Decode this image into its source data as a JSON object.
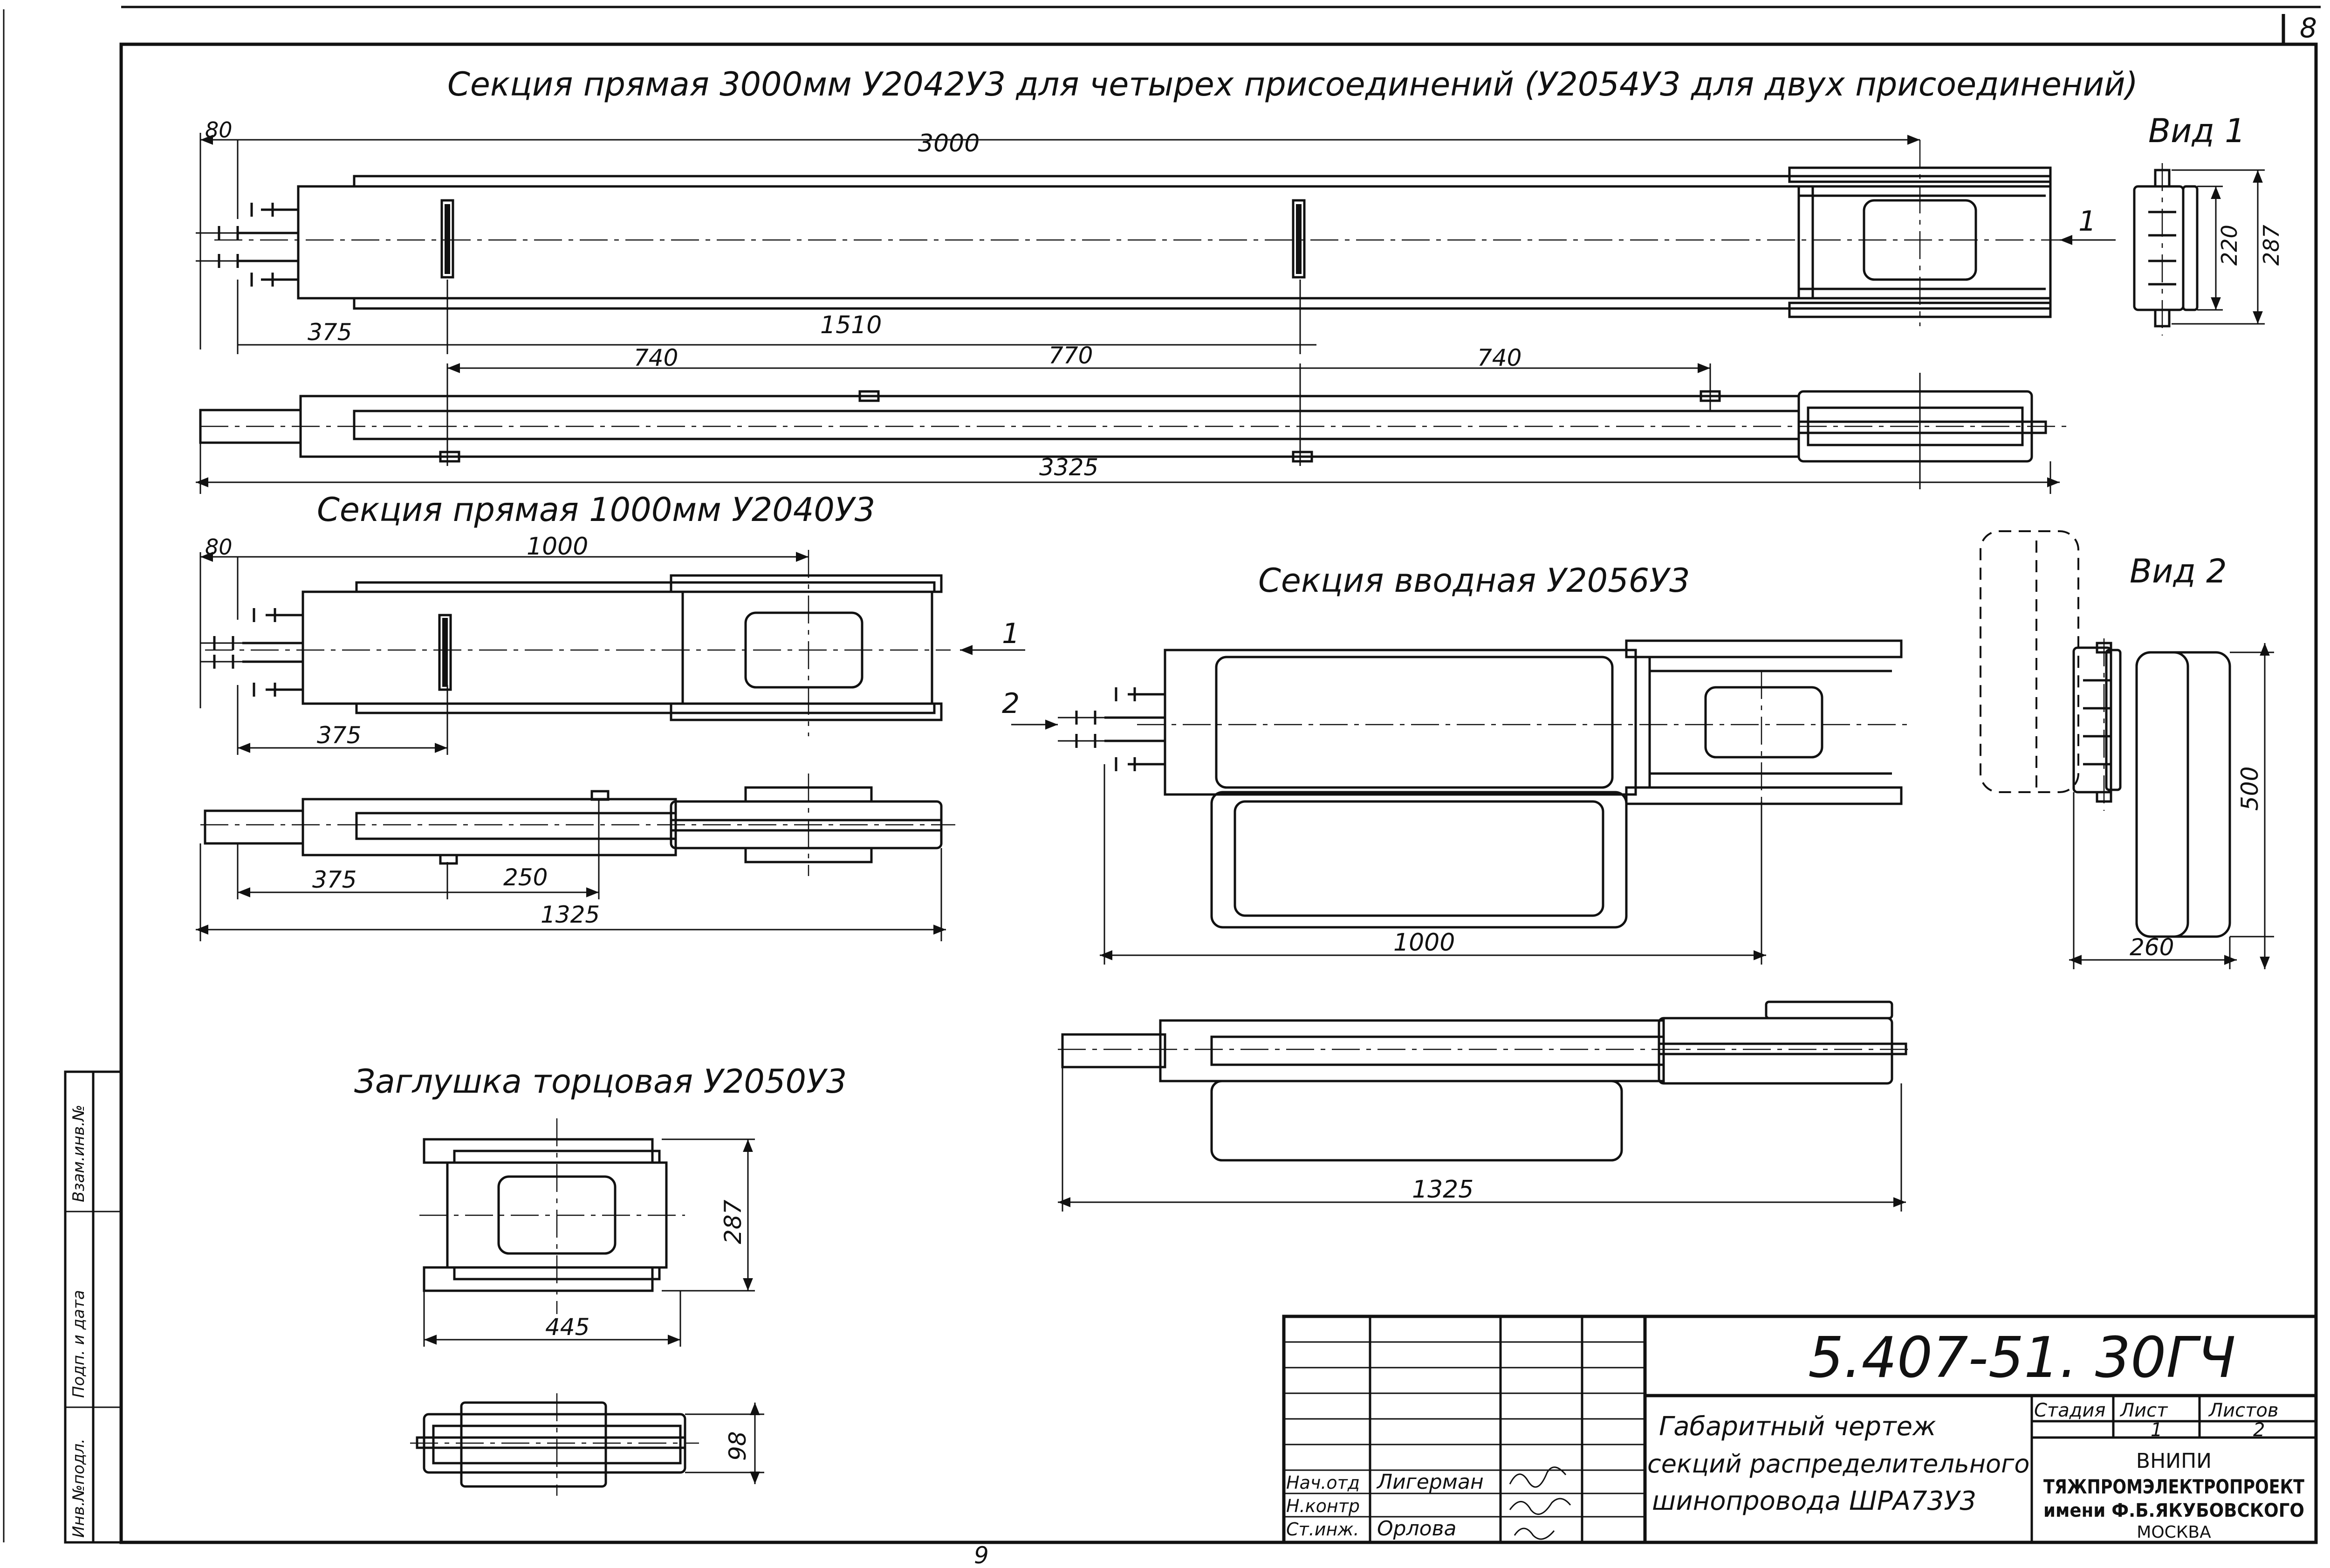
{
  "sheet_number": "8",
  "page_number": "9",
  "sections": {
    "s3000": {
      "title": "Секция   прямая  3000мм   У2042У3 для четырех присоединений (У2054У3 для двух присоединений)",
      "dims": {
        "d80": "80",
        "d3000": "3000",
        "d375": "375",
        "d1510": "1510",
        "d740a": "740",
        "d770": "770",
        "d740b": "740",
        "d3325": "3325"
      }
    },
    "view1": {
      "label": "Вид 1",
      "d220": "220",
      "d287": "287",
      "arrow": "1"
    },
    "s1000": {
      "title": "Секция  прямая  1000мм  У2040У3",
      "dims": {
        "d80": "80",
        "d1000": "1000",
        "d375": "375",
        "d375b": "375",
        "d250": "250",
        "d1325": "1325"
      },
      "arrow": "1"
    },
    "input": {
      "title": "Секция  вводная  У2056У3",
      "arrow": "2",
      "dims": {
        "d1000": "1000",
        "d1325": "1325"
      }
    },
    "view2": {
      "label": "Вид 2",
      "d500": "500",
      "d260": "260"
    },
    "cap": {
      "title": "Заглушка  торцовая  У2050У3",
      "dims": {
        "d287": "287",
        "d445": "445",
        "d98": "98"
      }
    }
  },
  "title_block": {
    "doc_code": "5.407-51. 30ГЧ",
    "description": [
      "Габаритный  чертеж",
      "секций распределительного",
      "шинопровода  ШРА73У3"
    ],
    "headers": {
      "stage": "Стадия",
      "sheet": "Лист",
      "sheets": "Листов"
    },
    "values": {
      "sheet": "1",
      "sheets": "2"
    },
    "org": [
      "ВНИПИ",
      "ТЯЖПРОМЭЛЕКТРОПРОЕКТ",
      "имени Ф.Б.ЯКУБОВСКОГО",
      "МОСКВА"
    ],
    "signatures": [
      {
        "role": "Нач.отд",
        "name": "Лигерман"
      },
      {
        "role": "Н.контр",
        "name": ""
      },
      {
        "role": "Ст.инж.",
        "name": "Орлова"
      }
    ]
  },
  "side_strip": [
    "Инв.№подл.",
    "Подп. и дата",
    "Взам.инв.№"
  ]
}
